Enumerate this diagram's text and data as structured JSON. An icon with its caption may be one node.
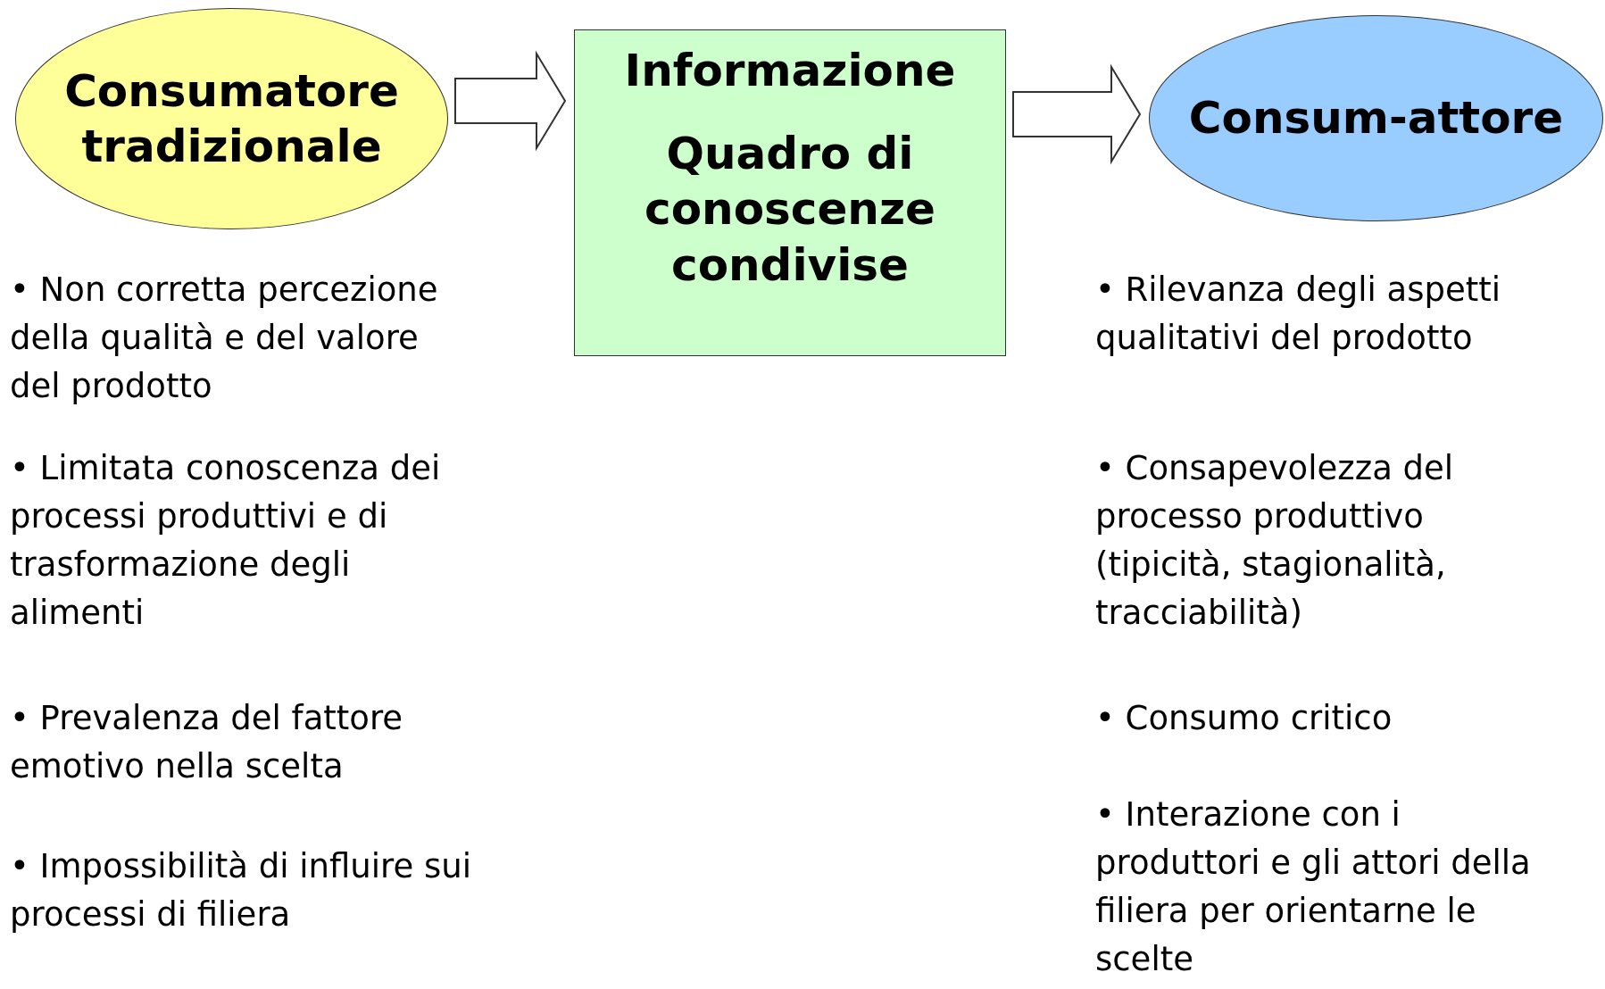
{
  "diagram": {
    "nodes": [
      {
        "text": [
          "Consumatore tradizionale"
        ]
      },
      {
        "text": [
          "Informazione",
          "Quadro di conoscenze condivise"
        ]
      },
      {
        "text": [
          "Consum-attore"
        ]
      }
    ],
    "edges": [
      {
        "from": 0,
        "to": 1,
        "arrow": "to"
      },
      {
        "from": 1,
        "to": 2,
        "arrow": "to"
      }
    ],
    "labels": [
      "• Non corretta percezione della qualità e del valore del prodotto",
      "• Limitata conoscenza dei processi produttivi e di trasformazione degli alimenti",
      "• Prevalenza del fattore emotivo nella scelta",
      "• Impossibilità di influire sui processi di filiera",
      "• Rilevanza degli aspetti qualitativi del prodotto",
      "• Consapevolezza del processo produttivo (tipicità, stagionalità, tracciabilità)",
      "• Consumo critico",
      "• Interazione con i produttori e gli attori della filiera per orientarne le scelte"
    ]
  }
}
